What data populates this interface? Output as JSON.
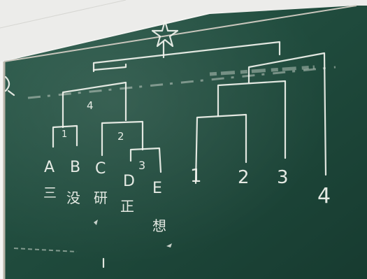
{
  "scene": {
    "subject": "chalkboard-dendrogram-drawing"
  },
  "colors": {
    "board": "#1f4a3c",
    "board_dark": "#163a2f",
    "chalk": "#f2f4ee",
    "ceiling": "#eeeeec",
    "wall": "#f8f8f6"
  },
  "left_tree": {
    "leaves": [
      "A",
      "B",
      "C",
      "D",
      "E"
    ],
    "leaf_notes": [
      "三",
      "没",
      "研",
      "正",
      "想"
    ],
    "cluster_marks": [
      "1",
      "2",
      "3",
      "4"
    ]
  },
  "right_tree": {
    "leaves": [
      "1",
      "2",
      "3",
      "4"
    ]
  }
}
